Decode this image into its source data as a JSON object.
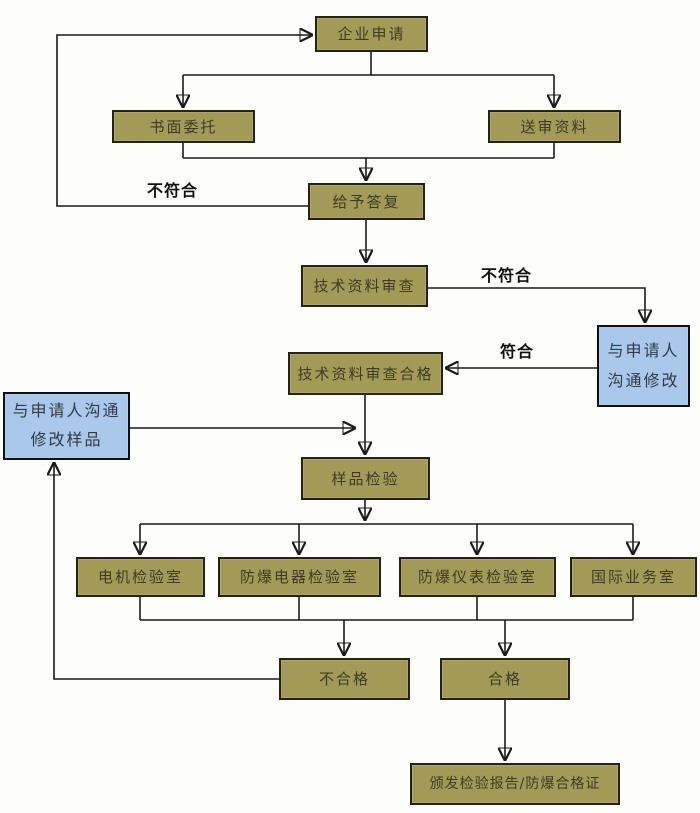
{
  "flowchart": {
    "colors": {
      "background": "#fdfdfc",
      "process_box_fill": "#a39a58",
      "process_box_border": "#232316",
      "process_box_text": "#3c3c24",
      "callout_box_fill": "#a9c8eb",
      "callout_box_border": "#101010",
      "callout_box_text": "#333a42",
      "connector_line": "#1a1a1a",
      "edge_label_text": "#111111"
    },
    "nodes": [
      {
        "id": "enterprise-application",
        "label": "企业申请"
      },
      {
        "id": "written-commission",
        "label": "书面委托"
      },
      {
        "id": "submission-materials",
        "label": "送审资料"
      },
      {
        "id": "give-reply",
        "label": "给予答复"
      },
      {
        "id": "technical-data-review",
        "label": "技术资料审查"
      },
      {
        "id": "communicate-with-applicant-modify",
        "label": "与申请人\n沟通修改"
      },
      {
        "id": "technical-data-review-qualified",
        "label": "技术资料审查合格"
      },
      {
        "id": "communicate-modify-sample",
        "label": "与申请人沟通\n修改样品"
      },
      {
        "id": "sample-inspection",
        "label": "样品检验"
      },
      {
        "id": "motor-inspection-lab",
        "label": "电机检验室"
      },
      {
        "id": "explosion-proof-electrical-lab",
        "label": "防爆电器检验室"
      },
      {
        "id": "explosion-proof-instrument-lab",
        "label": "防爆仪表检验室"
      },
      {
        "id": "international-business-office",
        "label": "国际业务室"
      },
      {
        "id": "unqualified",
        "label": "不合格"
      },
      {
        "id": "qualified",
        "label": "合格"
      },
      {
        "id": "issue-report-certificate",
        "label": "颁发检验报告/防爆合格证"
      }
    ],
    "edge_labels": [
      {
        "id": "non-compliant-top",
        "text": "不符合"
      },
      {
        "id": "non-compliant-right",
        "text": "不符合"
      },
      {
        "id": "compliant",
        "text": "符合"
      }
    ]
  }
}
